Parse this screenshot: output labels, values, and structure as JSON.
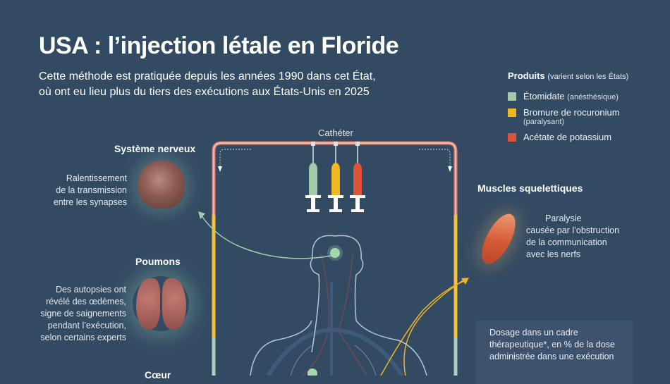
{
  "header": {
    "title": "USA : l’injection létale en Floride",
    "subtitle_line1": "Cette méthode est pratiquée depuis les années 1990 dans cet État,",
    "subtitle_line2": "où ont eu lieu plus du tiers des exécutions aux États-Unis en 2025"
  },
  "legend": {
    "title": "Produits",
    "title_note": "(varient selon les États)",
    "items": [
      {
        "label": "Étomidate",
        "note": "(anésthésique)",
        "color": "#a3c9a8"
      },
      {
        "label": "Bromure de rocuronium",
        "note": "(paralysant)",
        "color": "#f2b824"
      },
      {
        "label": "Acétate de potassium",
        "note": "",
        "color": "#e0533b"
      }
    ]
  },
  "diagram": {
    "catheter_label": "Cathéter",
    "colors": {
      "background": "#334a63",
      "tube_red": "#e07a6a",
      "tube_yellow": "#f2c23a",
      "tube_green": "#a9cfc0",
      "arrow_green": "#9fcfae",
      "arrow_yellow": "#f0b424",
      "body_outline": "#c9d3df"
    },
    "syringes": [
      {
        "name": "etomidate-syringe",
        "color": "#a3c9a8"
      },
      {
        "name": "rocuronium-syringe",
        "color": "#f2b824"
      },
      {
        "name": "potassium-syringe",
        "color": "#e0533b"
      }
    ]
  },
  "organs": {
    "nervous": {
      "title": "Système nerveux",
      "desc": [
        "Ralentissement",
        "de la transmission",
        "entre les synapses"
      ]
    },
    "lungs": {
      "title": "Poumons",
      "desc": [
        "Des autopsies ont",
        "révélé des œdèmes,",
        "signe de saignements",
        "pendant l’exécution,",
        "selon certains experts"
      ]
    },
    "heart": {
      "title": "Cœur"
    },
    "muscles": {
      "title": "Muscles squelettiques",
      "desc": [
        "Paralysie",
        "causée par l’obstruction",
        "de la communication",
        "avec les nerfs"
      ]
    }
  },
  "dosage": {
    "lines": [
      "Dosage dans un cadre",
      "thérapeutique*, en % de la dose",
      "administrée dans une exécution"
    ]
  }
}
